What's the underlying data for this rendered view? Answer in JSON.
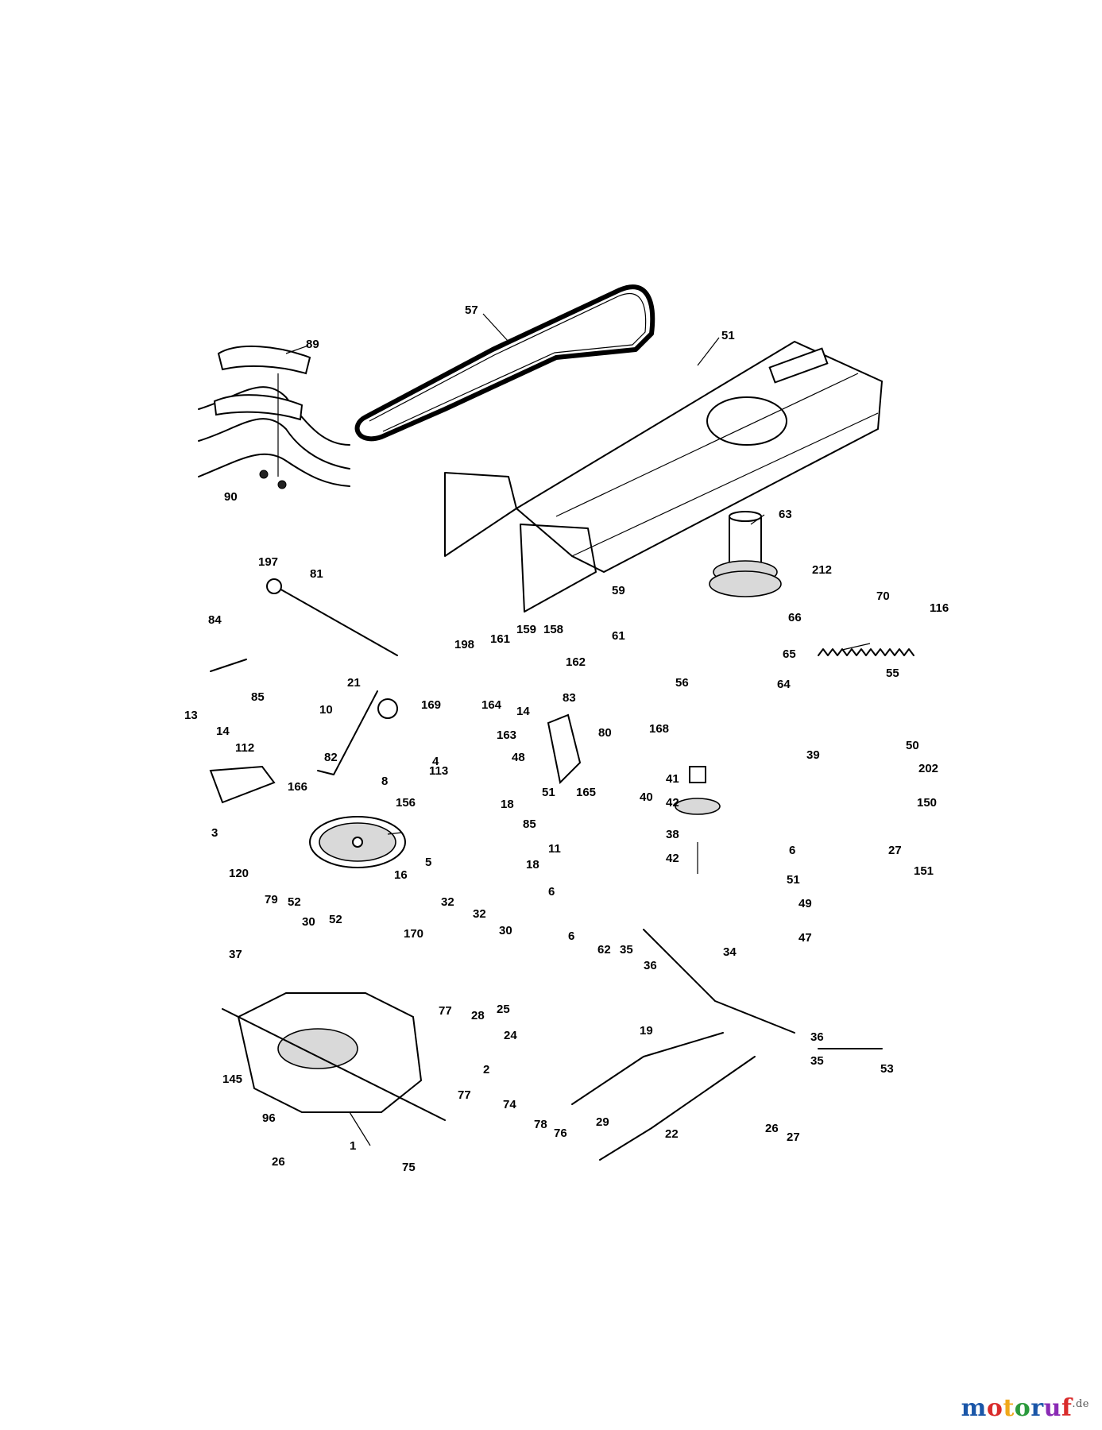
{
  "diagram": {
    "callouts": [
      "57",
      "89",
      "51",
      "90",
      "63",
      "212",
      "70",
      "116",
      "59",
      "61",
      "66",
      "197",
      "81",
      "84",
      "198",
      "161",
      "159",
      "158",
      "162",
      "56",
      "65",
      "64",
      "55",
      "21",
      "85",
      "169",
      "164",
      "14",
      "83",
      "163",
      "10",
      "13",
      "14",
      "112",
      "80",
      "168",
      "41",
      "42",
      "40",
      "38",
      "42",
      "39",
      "50",
      "202",
      "150",
      "48",
      "82",
      "8",
      "4",
      "18",
      "113",
      "51",
      "165",
      "156",
      "166",
      "3",
      "85",
      "11",
      "5",
      "18",
      "6",
      "6",
      "27",
      "151",
      "51",
      "49",
      "47",
      "120",
      "16",
      "79",
      "52",
      "30",
      "32",
      "32",
      "30",
      "52",
      "170",
      "6",
      "62",
      "35",
      "36",
      "34",
      "37",
      "77",
      "25",
      "24",
      "19",
      "28",
      "2",
      "36",
      "35",
      "145",
      "77",
      "53",
      "96",
      "74",
      "29",
      "22",
      "26",
      "27",
      "1",
      "78",
      "76",
      "26",
      "75"
    ]
  },
  "watermark": {
    "brand": "motoruf",
    "suffix": ".de",
    "colors": [
      "#1a56a8",
      "#d92b2b",
      "#f0a81a",
      "#2b9a3c",
      "#1a56a8",
      "#8a2bb5",
      "#d92b2b"
    ]
  }
}
